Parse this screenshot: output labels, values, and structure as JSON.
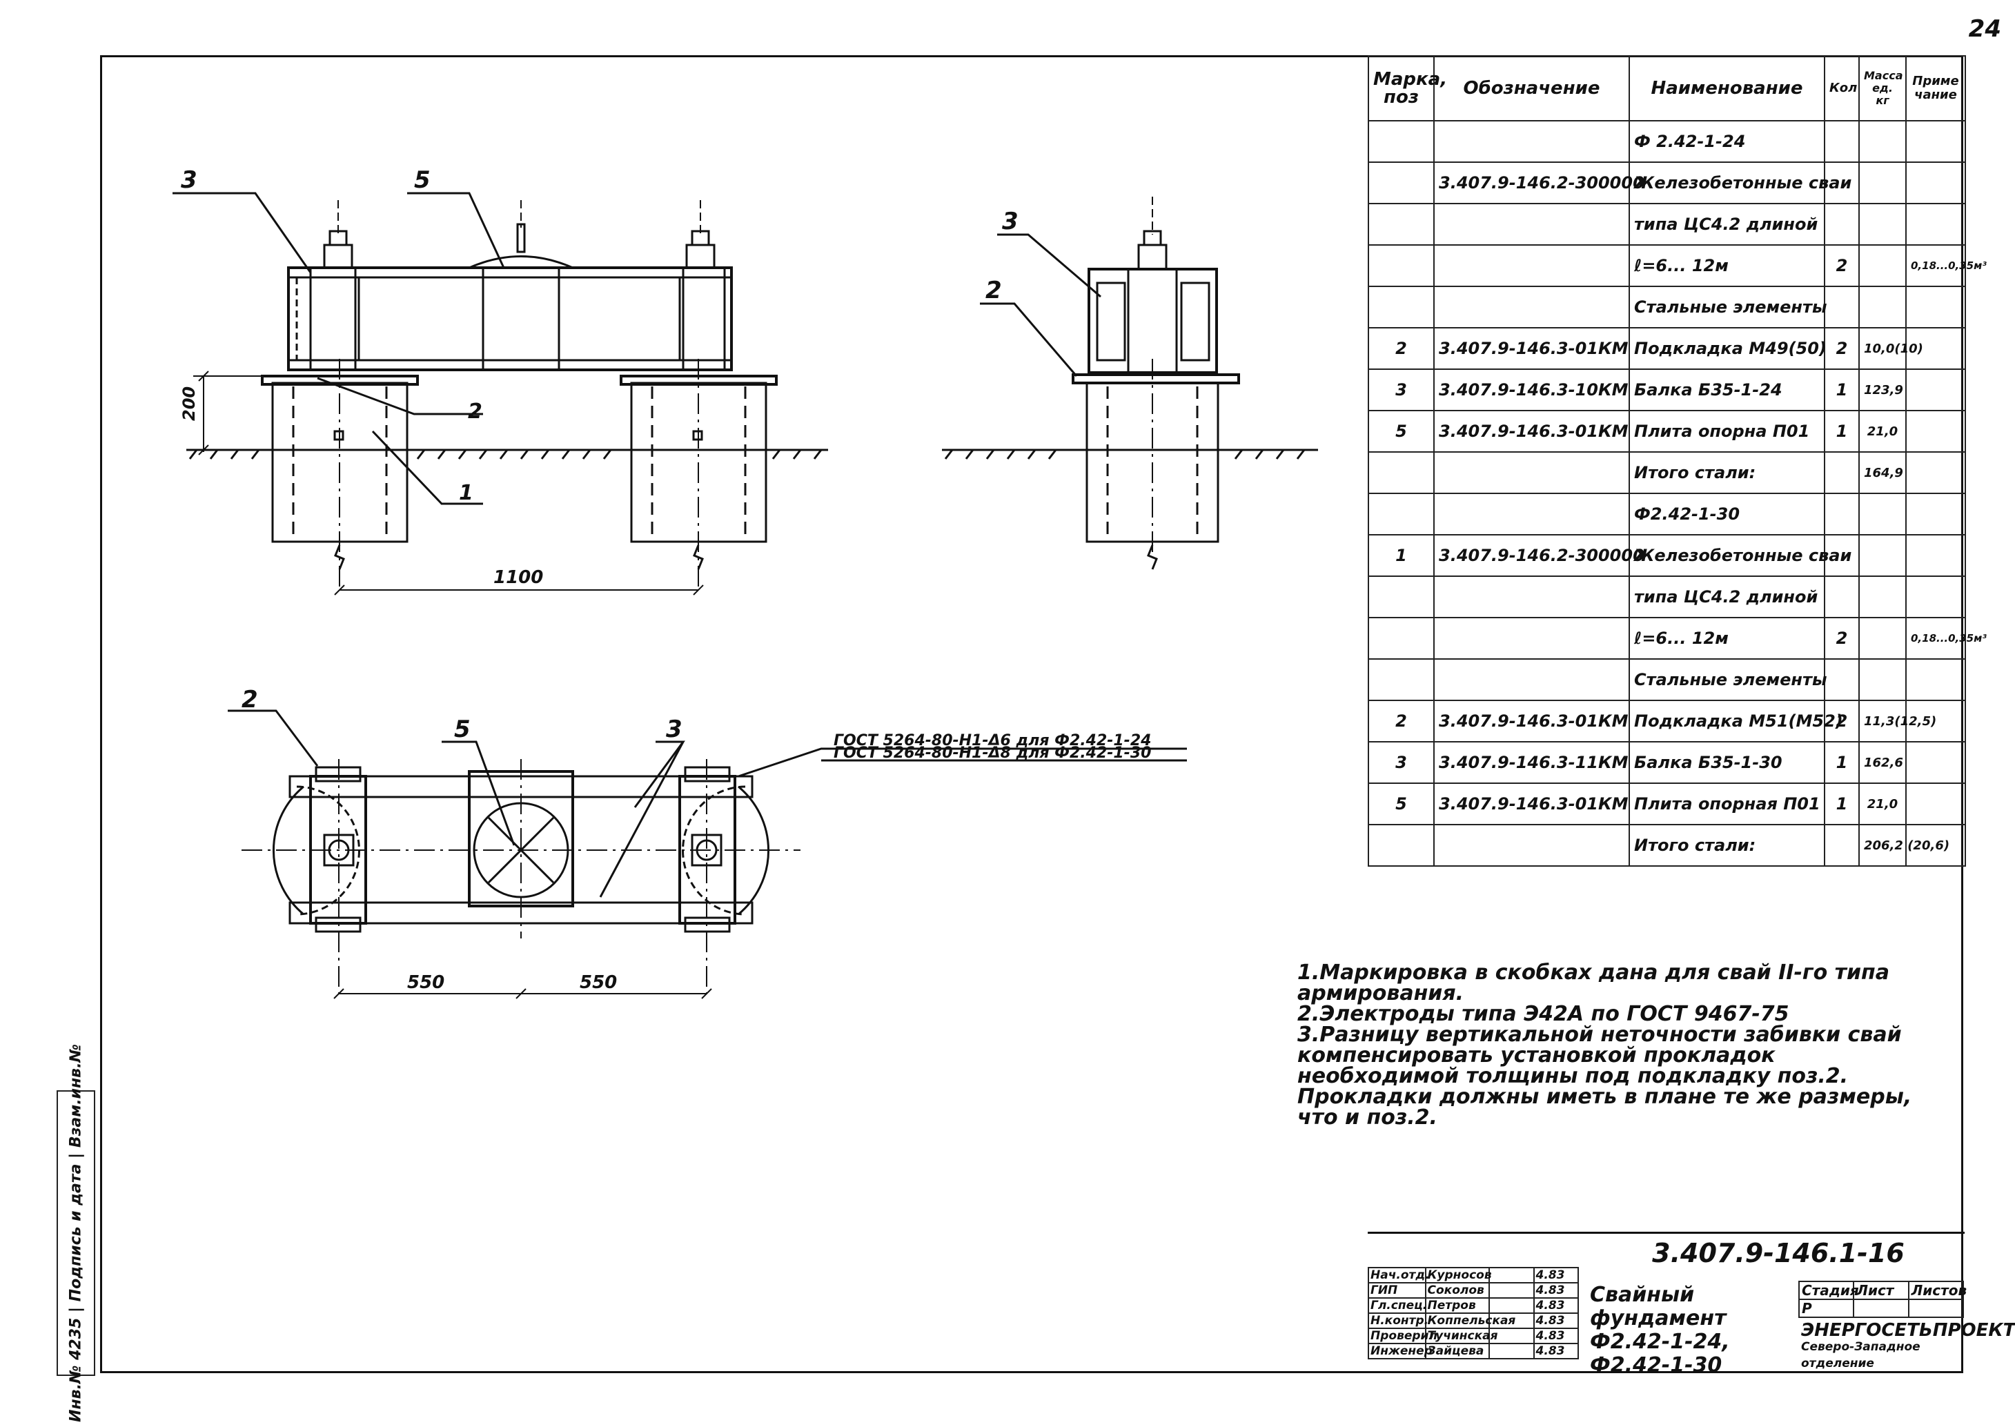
{
  "sheet_number": "24",
  "views": {
    "front": {
      "pos_labels": [
        "3",
        "5",
        "2",
        "1"
      ],
      "dim_height": "200",
      "dim_span": "1100"
    },
    "side": {
      "pos_labels": [
        "3",
        "2"
      ]
    },
    "plan": {
      "pos_labels": [
        "2",
        "5",
        "3"
      ],
      "dim_left": "550",
      "dim_right": "550",
      "weld_note_1": "ГОСТ 5264-80-Н1-Δ6 для Ф2.42-1-24",
      "weld_note_2": "ГОСТ 5264-80-Н1-Δ8 для Ф2.42-1-30"
    }
  },
  "spec_table": {
    "headers": [
      "Марка, поз",
      "Обозначение",
      "Наименование",
      "Кол",
      "Масса ед. кг",
      "Приме чание"
    ],
    "rows": [
      [
        "",
        "",
        "Ф 2.42-1-24",
        "",
        "",
        ""
      ],
      [
        "",
        "3.407.9-146.2-300000",
        "Железобетонные сваи",
        "",
        "",
        ""
      ],
      [
        "",
        "",
        "типа ЦС4.2 длиной",
        "",
        "",
        ""
      ],
      [
        "",
        "",
        "ℓ=6... 12м",
        "2",
        "",
        "0,18...0,35м³"
      ],
      [
        "",
        "",
        "Стальные элементы",
        "",
        "",
        ""
      ],
      [
        "2",
        "3.407.9-146.3-01КМ",
        "Подкладка М49(50)",
        "2",
        "10,0(10)",
        ""
      ],
      [
        "3",
        "3.407.9-146.3-10КМ",
        "Балка Б35-1-24",
        "1",
        "123,9",
        ""
      ],
      [
        "5",
        "3.407.9-146.3-01КМ",
        "Плита опорна П01",
        "1",
        "21,0",
        ""
      ],
      [
        "",
        "",
        "Итого стали:",
        "",
        "164,9",
        ""
      ],
      [
        "",
        "",
        "Ф2.42-1-30",
        "",
        "",
        ""
      ],
      [
        "1",
        "3.407.9-146.2-300000",
        "Железобетонные сваи",
        "",
        "",
        ""
      ],
      [
        "",
        "",
        "типа ЦС4.2 длиной",
        "",
        "",
        ""
      ],
      [
        "",
        "",
        "ℓ=6... 12м",
        "2",
        "",
        "0,18...0,35м³"
      ],
      [
        "",
        "",
        "Стальные элементы",
        "",
        "",
        ""
      ],
      [
        "2",
        "3.407.9-146.3-01КМ",
        "Подкладка М51(М52)",
        "2",
        "11,3(12,5)",
        ""
      ],
      [
        "3",
        "3.407.9-146.3-11КМ",
        "Балка Б35-1-30",
        "1",
        "162,6",
        ""
      ],
      [
        "5",
        "3.407.9-146.3-01КМ",
        "Плита опорная П01",
        "1",
        "21,0",
        ""
      ],
      [
        "",
        "",
        "Итого стали:",
        "",
        "206,2 (20,6)",
        ""
      ]
    ]
  },
  "notes": [
    "1.Маркировка в скобках дана для свай II-го типа армирования.",
    "2.Электроды типа Э42А по ГОСТ 9467-75",
    "3.Разницу вертикальной неточности забивки свай компенсировать установкой прокладок необходимой толщины под подкладку поз.2. Прокладки должны иметь в плане те же размеры, что и поз.2."
  ],
  "title_block": {
    "document_code": "3.407.9-146.1-16",
    "title_line1": "Свайный фундамент",
    "title_line2": "Ф2.42-1-24, Ф2.42-1-30",
    "stage_headers": [
      "Стадия",
      "Лист",
      "Листов"
    ],
    "stage_values": [
      "Р",
      "",
      ""
    ],
    "organization": "ЭНЕРГОСЕТЬПРОЕКТ",
    "organization_sub": "Северо-Западное отделение",
    "signatures": [
      [
        "Нач.отд.",
        "Курносов",
        "",
        "4.83"
      ],
      [
        "ГИП",
        "Соколов",
        "",
        "4.83"
      ],
      [
        "Гл.спец.",
        "Петров",
        "",
        "4.83"
      ],
      [
        "Н.контр.",
        "Коппельская",
        "",
        "4.83"
      ],
      [
        "Проверил",
        "Тучинская",
        "",
        "4.83"
      ],
      [
        "Инженер",
        "Зайцева",
        "",
        "4.83"
      ]
    ]
  },
  "side_stamp": {
    "text": "Инв.№ 4235 | Подпись и дата | Взам.инв.№"
  }
}
